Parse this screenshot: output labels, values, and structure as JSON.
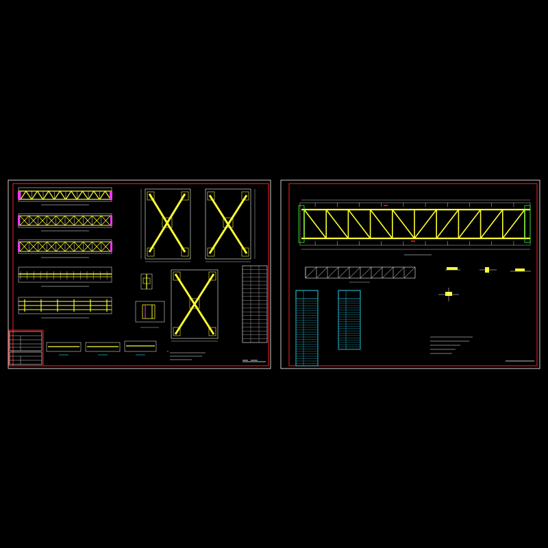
{
  "colors": {
    "background": "#000000",
    "sheet_border": "#ffffff",
    "frame": "#ff2020",
    "member": "#ffff33",
    "line": "#ffffff",
    "node": "#ff33ff",
    "table": "#33e6ff",
    "accent_green": "#33ff33"
  },
  "sheets": [
    {
      "id": "left-sheet",
      "title_block": "",
      "tables": [
        {
          "name": "material-table-1",
          "rows": 4
        },
        {
          "name": "material-table-2",
          "rows": 3
        },
        {
          "name": "member-schedule",
          "rows": 20
        }
      ]
    },
    {
      "id": "right-sheet",
      "title_block": "",
      "tables": [
        {
          "name": "schedule-table-a",
          "rows": 28
        },
        {
          "name": "schedule-table-b",
          "rows": 22
        }
      ]
    }
  ]
}
